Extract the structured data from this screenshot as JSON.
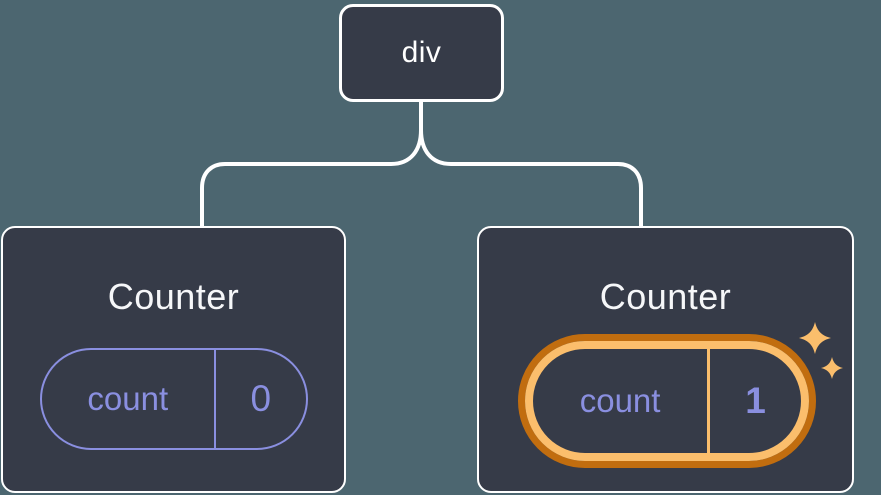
{
  "diagram": {
    "description": "Component tree: a div root with two Counter children holding count state",
    "root": {
      "label": "div"
    },
    "children": [
      {
        "title": "Counter",
        "state": {
          "key": "count",
          "value": "0"
        },
        "highlighted": false
      },
      {
        "title": "Counter",
        "state": {
          "key": "count",
          "value": "1"
        },
        "highlighted": true
      }
    ]
  },
  "icons": {
    "sparkle": "✦"
  },
  "colors": {
    "background": "#4c6670",
    "node_fill": "#363b48",
    "node_border": "#ffffff",
    "connector": "#ffffff",
    "title_text": "#f6f7f9",
    "state_accent": "#8a8fe0",
    "highlight_outer": "#c16d0f",
    "highlight_inner": "#fbbe6c"
  }
}
